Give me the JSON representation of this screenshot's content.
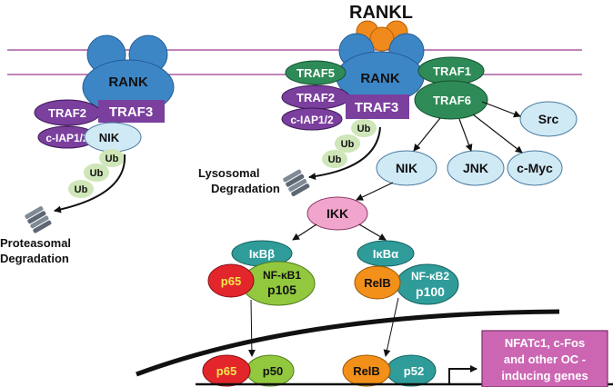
{
  "title": "RANKL",
  "left_complex": {
    "receptor": "RANK",
    "traf2": "TRAF2",
    "traf3": "TRAF3",
    "ciap": "c-IAP1/2",
    "nik": "NIK",
    "ub": [
      "Ub",
      "Ub",
      "Ub"
    ],
    "degradation": [
      "Proteasomal",
      "Degradation"
    ]
  },
  "right_complex": {
    "receptor": "RANK",
    "traf5": "TRAF5",
    "traf2": "TRAF2",
    "traf3": "TRAF3",
    "ciap": "c-IAP1/2",
    "traf1": "TRAF1",
    "traf6": "TRAF6",
    "ub": [
      "Ub",
      "Ub",
      "Ub"
    ],
    "degradation": [
      "Lysosomal",
      "Degradation"
    ]
  },
  "effectors": {
    "src": "Src",
    "nik": "NIK",
    "jnk": "JNK",
    "cmyc": "c-Myc",
    "ikk": "IKK"
  },
  "canonical": {
    "inhibitor": "IκBβ",
    "p65": "p65",
    "nfkb1": "NF-κB1",
    "p105": "p105"
  },
  "noncanonical": {
    "inhibitor": "IκBα",
    "relb": "RelB",
    "nfkb2": "NF-κB2",
    "p100": "p100"
  },
  "nucleus": {
    "p65": "p65",
    "p50": "p50",
    "relb": "RelB",
    "p52": "p52"
  },
  "genes_box": [
    "NFATc1, c-Fos",
    "and other OC -",
    "inducing genes"
  ],
  "colors": {
    "rank_blue": "#3d86c6",
    "traf_green": "#2e8b57",
    "traf_purple": "#7b3f9e",
    "light_blue": "#cfe9f5",
    "ub_green": "#cfe6b8",
    "ikk_pink": "#f2a5cc",
    "teal": "#2f9c9a",
    "red": "#e3262c",
    "lime": "#92c83e",
    "orange": "#f39019",
    "genes_box": "#cc66b3",
    "membrane": "#9a3a92"
  }
}
